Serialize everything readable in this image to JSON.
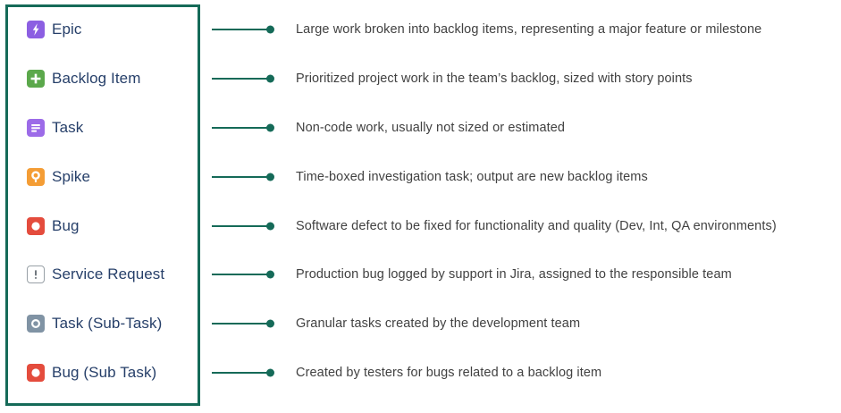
{
  "colors": {
    "box_border": "#156A58",
    "connector": "#156A58",
    "label_text": "#263F69",
    "description_text": "#414141",
    "epic_purple": "#8C5FE2",
    "backlog_green": "#5BA84B",
    "task_purple": "#9C6BE8",
    "spike_orange": "#F49D35",
    "bug_red": "#E44C3D",
    "subtask_gray": "#8093A4",
    "service_request_border": "#98A0A6",
    "service_request_glyph": "#6F767D"
  },
  "items": [
    {
      "label": "Epic",
      "icon": "epic-lightning-icon",
      "icon_bg": "#8C5FE2",
      "description": "Large work broken into backlog items, representing a major feature or milestone"
    },
    {
      "label": "Backlog Item",
      "icon": "plus-icon",
      "icon_bg": "#5BA84B",
      "description": "Prioritized project work in the team’s backlog, sized with story points"
    },
    {
      "label": "Task",
      "icon": "task-lines-icon",
      "icon_bg": "#9C6BE8",
      "description": "Non-code work, usually not sized or estimated"
    },
    {
      "label": "Spike",
      "icon": "lightbulb-icon",
      "icon_bg": "#F49D35",
      "description": "Time-boxed investigation task; output are new backlog items"
    },
    {
      "label": "Bug",
      "icon": "bug-dot-icon",
      "icon_bg": "#E44C3D",
      "description": "Software defect to be fixed for functionality and quality (Dev, Int, QA environments)"
    },
    {
      "label": "Service Request",
      "icon": "exclamation-icon",
      "icon_bg": "#FFFFFF",
      "icon_border": "#98A0A6",
      "description": "Production bug logged by support in Jira, assigned to the responsible team"
    },
    {
      "label": "Task (Sub-Task)",
      "icon": "ring-icon",
      "icon_bg": "#8093A4",
      "description": "Granular tasks created by the development team"
    },
    {
      "label": "Bug (Sub Task)",
      "icon": "bug-dot-icon",
      "icon_bg": "#E44C3D",
      "description": "Created by testers for bugs related to a backlog item"
    }
  ]
}
